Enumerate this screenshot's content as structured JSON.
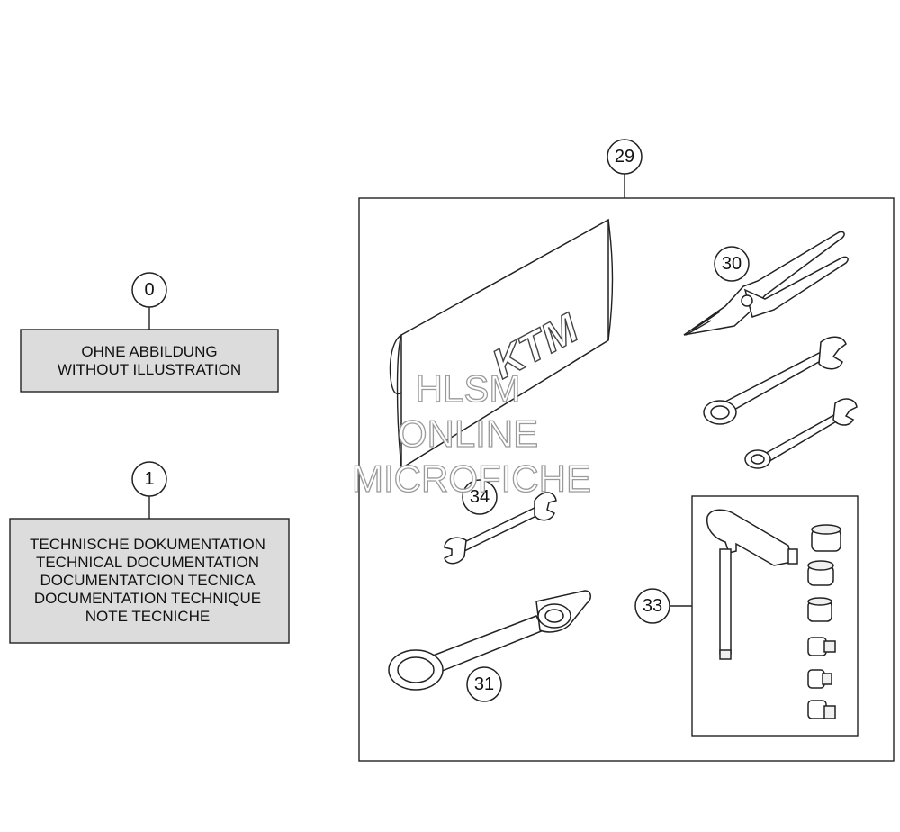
{
  "callouts": {
    "c0": "0",
    "c1": "1",
    "c29": "29",
    "c30": "30",
    "c31": "31",
    "c33": "33",
    "c34": "34"
  },
  "notes": {
    "no_illustration": [
      "OHNE ABBILDUNG",
      "WITHOUT ILLUSTRATION"
    ],
    "documentation": [
      "TECHNISCHE DOKUMENTATION",
      "TECHNICAL DOCUMENTATION",
      "DOCUMENTATCION TECNICA",
      "DOCUMENTATION TECHNIQUE",
      "NOTE TECNICHE"
    ]
  },
  "logo": "KTM",
  "watermark": [
    "HLSM",
    "ONLINE",
    "MICROFICHE"
  ],
  "colors": {
    "note_box_fill": "#dcdcdc",
    "line": "#222222",
    "watermark_stroke": "#9a9a9a"
  }
}
